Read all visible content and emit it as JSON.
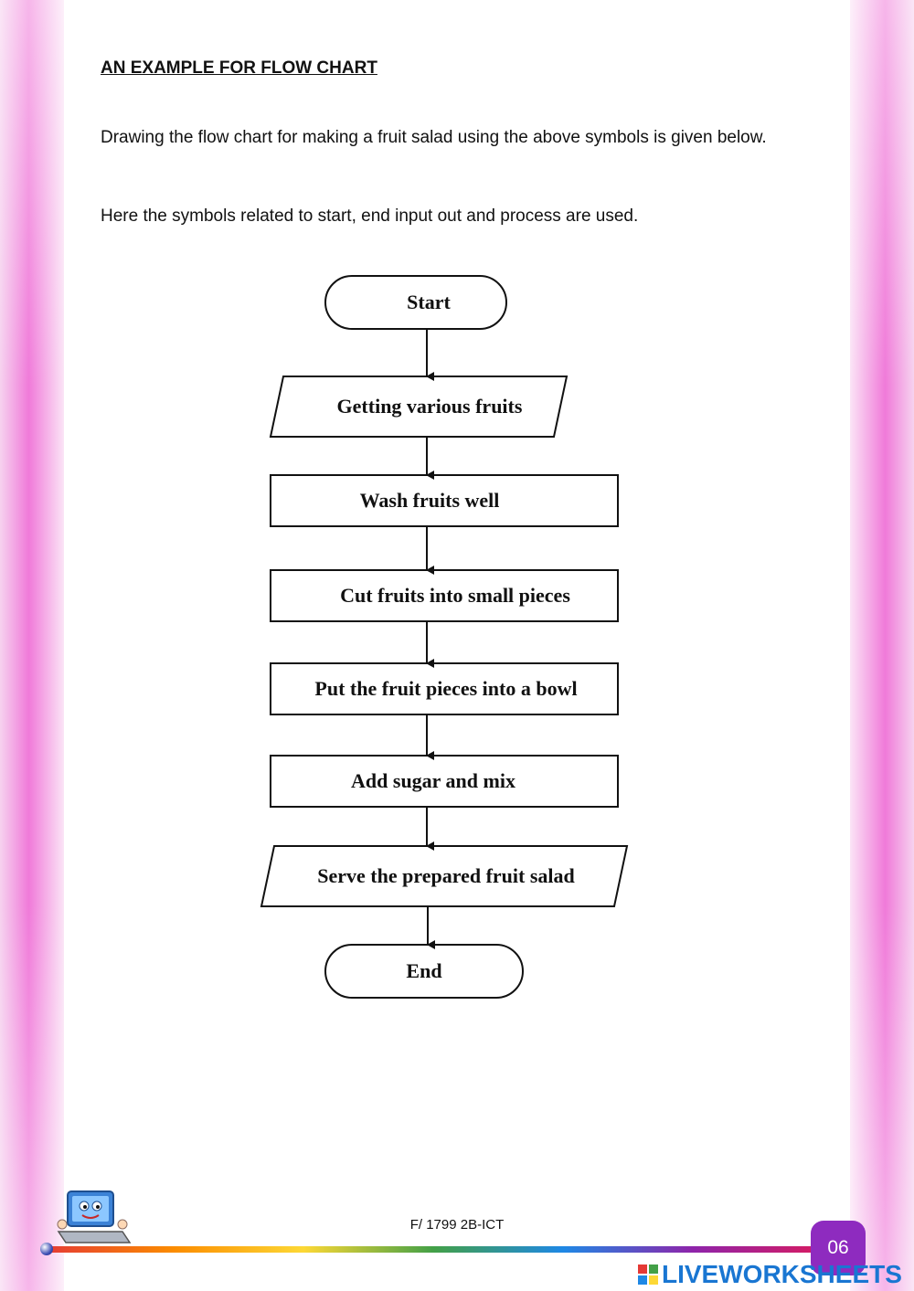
{
  "heading": "AN EXAMPLE FOR FLOW CHART",
  "paragraphs": [
    "Drawing the flow chart for making a fruit salad using the above symbols is given below.",
    "Here the symbols related to start, end input out and process are used."
  ],
  "flowchart": {
    "steps": [
      {
        "shape": "terminal",
        "label": "Start"
      },
      {
        "shape": "input-output",
        "label": "Getting various fruits"
      },
      {
        "shape": "process",
        "label": "Wash fruits well"
      },
      {
        "shape": "process",
        "label": "Cut fruits into small pieces"
      },
      {
        "shape": "process",
        "label": "Put the fruit pieces into a bowl"
      },
      {
        "shape": "process",
        "label": "Add sugar and mix"
      },
      {
        "shape": "input-output",
        "label": "Serve the prepared fruit salad"
      },
      {
        "shape": "terminal",
        "label": "End"
      }
    ]
  },
  "footer": {
    "code": "F/ 1799 2B-ICT",
    "page_number": "06",
    "brand": "LIVEWORKSHEETS"
  },
  "colors": {
    "side_band": "#f07ad9",
    "page_badge": "#8e2bbf",
    "brand_text": "#1976d2"
  },
  "icons": [
    "laptop-mascot-icon",
    "liveworksheets-logo-icon"
  ]
}
